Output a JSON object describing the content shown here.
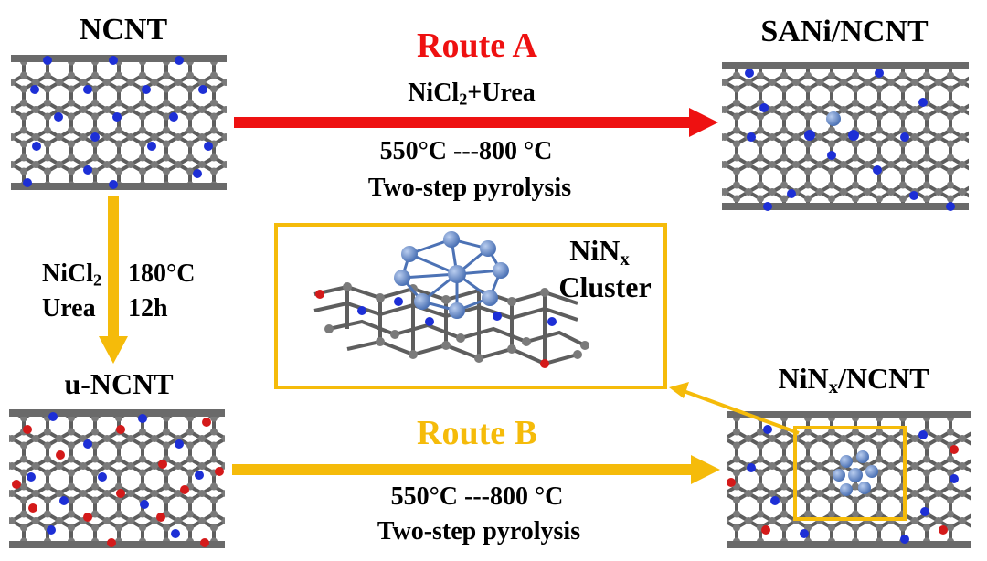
{
  "colors": {
    "route_a": "#ee1111",
    "route_b": "#f5bb0a",
    "carbon": "#7a7a7a",
    "nitrogen": "#1d2fd6",
    "oxygen": "#d41a1a",
    "nickel": "#6f93cf"
  },
  "labels": {
    "ncnt": "NCNT",
    "sani_ncnt": "SANi/NCNT",
    "u_ncnt": "u-NCNT",
    "ninx_ncnt_pre": "NiN",
    "ninx_ncnt_sub": "x",
    "ninx_ncnt_post": "/NCNT"
  },
  "route_a": {
    "title": "Route A",
    "reagent_pre": "NiCl",
    "reagent_sub": "2",
    "reagent_post": "+Urea",
    "temp": "550°C ---800 °C",
    "process": "Two-step pyrolysis"
  },
  "route_b": {
    "title": "Route B",
    "temp": "550°C ---800 °C",
    "process": "Two-step pyrolysis"
  },
  "hydrothermal": {
    "reagent1_pre": "NiCl",
    "reagent1_sub": "2",
    "temp": "180°C",
    "reagent2": "Urea",
    "time": "12h"
  },
  "cluster_inset": {
    "line1_pre": "NiN",
    "line1_sub": "x",
    "line2": "Cluster"
  }
}
